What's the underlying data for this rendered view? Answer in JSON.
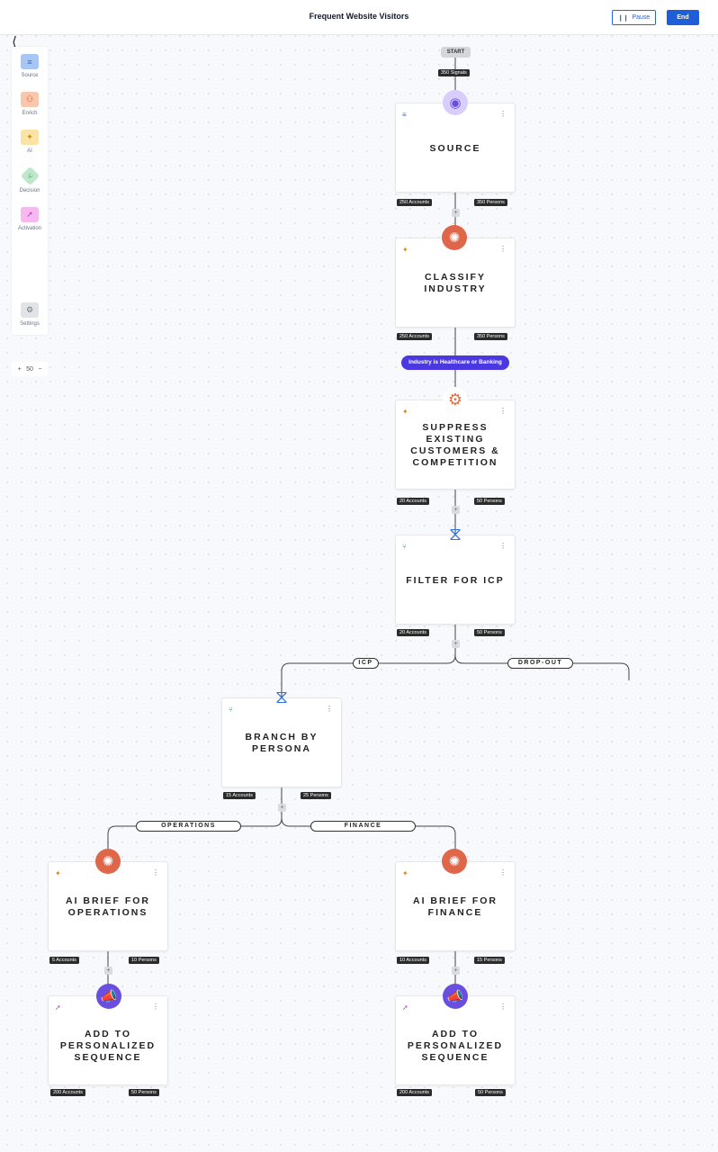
{
  "header": {
    "title": "Frequent Website Visitors",
    "pause_label": "Pause",
    "end_label": "End"
  },
  "palette": {
    "items": [
      {
        "label": "Source",
        "icon": "database-icon"
      },
      {
        "label": "Enrich",
        "icon": "enrich-icon"
      },
      {
        "label": "AI",
        "icon": "magic-wand-icon"
      },
      {
        "label": "Decision",
        "icon": "branch-icon"
      },
      {
        "label": "Activation",
        "icon": "rocket-icon"
      }
    ],
    "settings_label": "Settings"
  },
  "zoom": {
    "plus": "+",
    "value": "50",
    "minus": "−"
  },
  "flow": {
    "start_label": "START",
    "signals_badge": "350 Signals",
    "condition_label": "Industry is Healthcare or Banking",
    "nodes": [
      {
        "title": "SOURCE",
        "accounts": "250 Accounts",
        "persons": "350 Persons"
      },
      {
        "title": "CLASSIFY INDUSTRY",
        "accounts": "250 Accounts",
        "persons": "350 Persons"
      },
      {
        "title": "SUPPRESS EXISTING CUSTOMERS & COMPETITION",
        "accounts": "20 Accounts",
        "persons": "50 Persons"
      },
      {
        "title": "FILTER FOR ICP",
        "accounts": "20 Accounts",
        "persons": "50 Persons"
      },
      {
        "title": "BRANCH BY PERSONA",
        "accounts": "15 Accounts",
        "persons": "25 Persons"
      },
      {
        "title": "AI BRIEF FOR OPERATIONS",
        "accounts": "5 Accounts",
        "persons": "10 Persons"
      },
      {
        "title": "AI BRIEF FOR FINANCE",
        "accounts": "10 Accounts",
        "persons": "15 Persons"
      },
      {
        "title": "ADD TO PERSONALIZED SEQUENCE",
        "accounts": "200 Accounts",
        "persons": "50 Persons"
      },
      {
        "title": "ADD TO PERSONALIZED SEQUENCE",
        "accounts": "200 Accounts",
        "persons": "50 Persons"
      }
    ],
    "branches": {
      "icp": "ICP",
      "dropout": "DROP-OUT",
      "operations": "OPERATIONS",
      "finance": "FINANCE"
    },
    "node_menu": "⋮",
    "plus": "+"
  },
  "colors": {
    "primary": "#1e5fd9",
    "condition": "#4b38e0",
    "enrich_orange": "#e0664a",
    "activation_purple": "#6a4ee0"
  }
}
